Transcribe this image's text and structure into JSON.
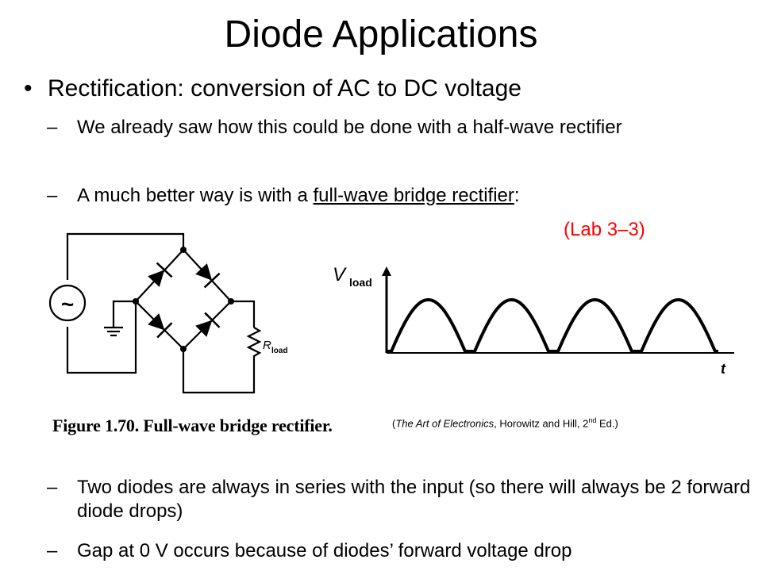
{
  "slide": {
    "title": "Diode Applications",
    "bullet": {
      "marker": "•",
      "text": "Rectification: conversion of AC to DC voltage"
    },
    "sub_items": [
      {
        "marker": "–",
        "text": "We already saw how this could be done with a half-wave rectifier"
      },
      {
        "marker": "–",
        "text_before": "A much better way is with a ",
        "underlined": "full-wave bridge rectifier",
        "text_after": ":"
      },
      {
        "marker": "–",
        "text": "Two diodes are always in series with the input (so there will always be 2 forward diode drops)"
      },
      {
        "marker": "–",
        "text": "Gap at 0 V occurs because of diodes’ forward voltage drop"
      }
    ],
    "lab_note": "(Lab 3–3)",
    "lab_color": "#ff0000"
  },
  "circuit": {
    "source_symbol": "~",
    "resistor_label": "R",
    "resistor_subscript": "load",
    "caption": "Figure 1.70.  Full-wave bridge rectifier."
  },
  "waveform": {
    "y_label": "V",
    "y_subscript": "load",
    "x_label": "t"
  },
  "citation": {
    "book": "The Art of Electronics",
    "rest": ", Horowitz and Hill, 2",
    "sup": "nd",
    "end": " Ed.)",
    "open": "("
  }
}
